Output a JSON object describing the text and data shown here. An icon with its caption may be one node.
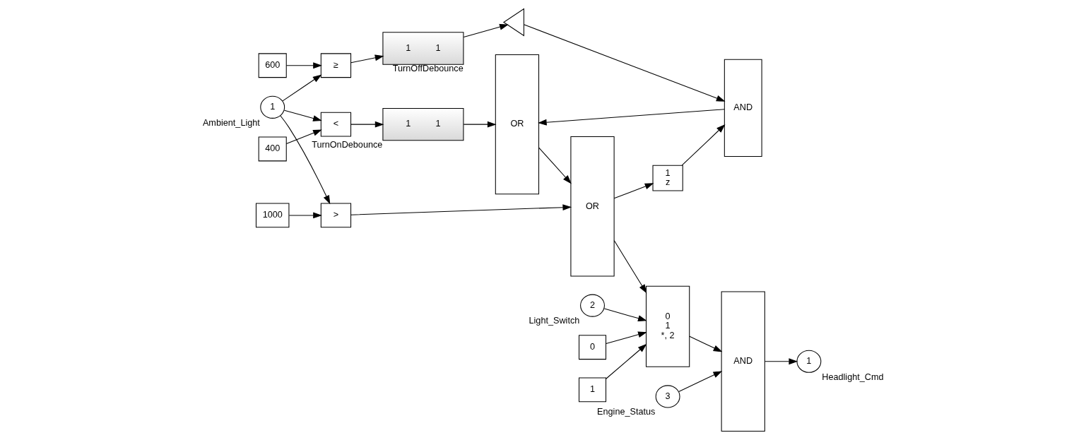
{
  "diagram": {
    "nodes": [
      {
        "text": [
          "1"
        ],
        "beside": [
          "Ambient_Light"
        ]
      },
      {
        "text": [
          "400"
        ]
      },
      {
        "text": [
          "<"
        ]
      },
      {
        "text": [
          "600"
        ]
      },
      {
        "text": [
          "≥"
        ]
      },
      {
        "text": [
          "1",
          "1"
        ],
        "beside": [
          "TurnOnDebounce"
        ]
      },
      {
        "text": [
          "1",
          "1"
        ],
        "beside": [
          "TurnOffDebounce"
        ]
      },
      {
        "text": [],
        "shape": "triangle"
      },
      {
        "text": [
          "AND"
        ]
      },
      {
        "text": [
          "OR"
        ]
      },
      {
        "text": [
          "OR"
        ]
      },
      {
        "text": [
          "1",
          "z"
        ]
      },
      {
        "text": [
          "1000"
        ]
      },
      {
        "text": [
          ">"
        ]
      },
      {
        "text": [
          "2"
        ],
        "beside": [
          "Light_Switch"
        ]
      },
      {
        "text": [
          "0"
        ]
      },
      {
        "text": [
          "1"
        ]
      },
      {
        "text": [
          "0",
          "1",
          "*, 2"
        ]
      },
      {
        "text": [
          "3"
        ],
        "beside": [
          "Engine_Status"
        ]
      },
      {
        "text": [
          "AND"
        ]
      },
      {
        "text": [
          "1"
        ],
        "beside": [
          "Headlight_Cmd"
        ]
      }
    ],
    "edges": [
      {
        "from": 0,
        "to": 2,
        "arrow": "to"
      },
      {
        "from": 1,
        "to": 2,
        "arrow": "to"
      },
      {
        "from": 0,
        "to": 4,
        "arrow": "to"
      },
      {
        "from": 3,
        "to": 4,
        "arrow": "to"
      },
      {
        "from": 0,
        "to": 13,
        "arrow": "to"
      },
      {
        "from": 12,
        "to": 13,
        "arrow": "to"
      },
      {
        "from": 2,
        "to": 5,
        "arrow": "to"
      },
      {
        "from": 4,
        "to": 6,
        "arrow": "to"
      },
      {
        "from": 6,
        "to": 7,
        "arrow": "to"
      },
      {
        "from": 7,
        "to": 8,
        "arrow": "to"
      },
      {
        "from": 5,
        "to": 9,
        "arrow": "to"
      },
      {
        "from": 8,
        "to": 9,
        "arrow": "to"
      },
      {
        "from": 9,
        "to": 10,
        "arrow": "to"
      },
      {
        "from": 13,
        "to": 10,
        "arrow": "to"
      },
      {
        "from": 14,
        "to": 17,
        "arrow": "to"
      },
      {
        "from": 15,
        "to": 17,
        "arrow": "to"
      },
      {
        "from": 10,
        "to": 17,
        "arrow": "to"
      },
      {
        "from": 16,
        "to": 17,
        "arrow": "to"
      },
      {
        "from": 10,
        "to": 11,
        "arrow": "to"
      },
      {
        "from": 11,
        "to": 8,
        "arrow": "to"
      },
      {
        "from": 17,
        "to": 19,
        "arrow": "to"
      },
      {
        "from": 18,
        "to": 19,
        "arrow": "to"
      },
      {
        "from": 19,
        "to": 20,
        "arrow": "to"
      }
    ]
  }
}
